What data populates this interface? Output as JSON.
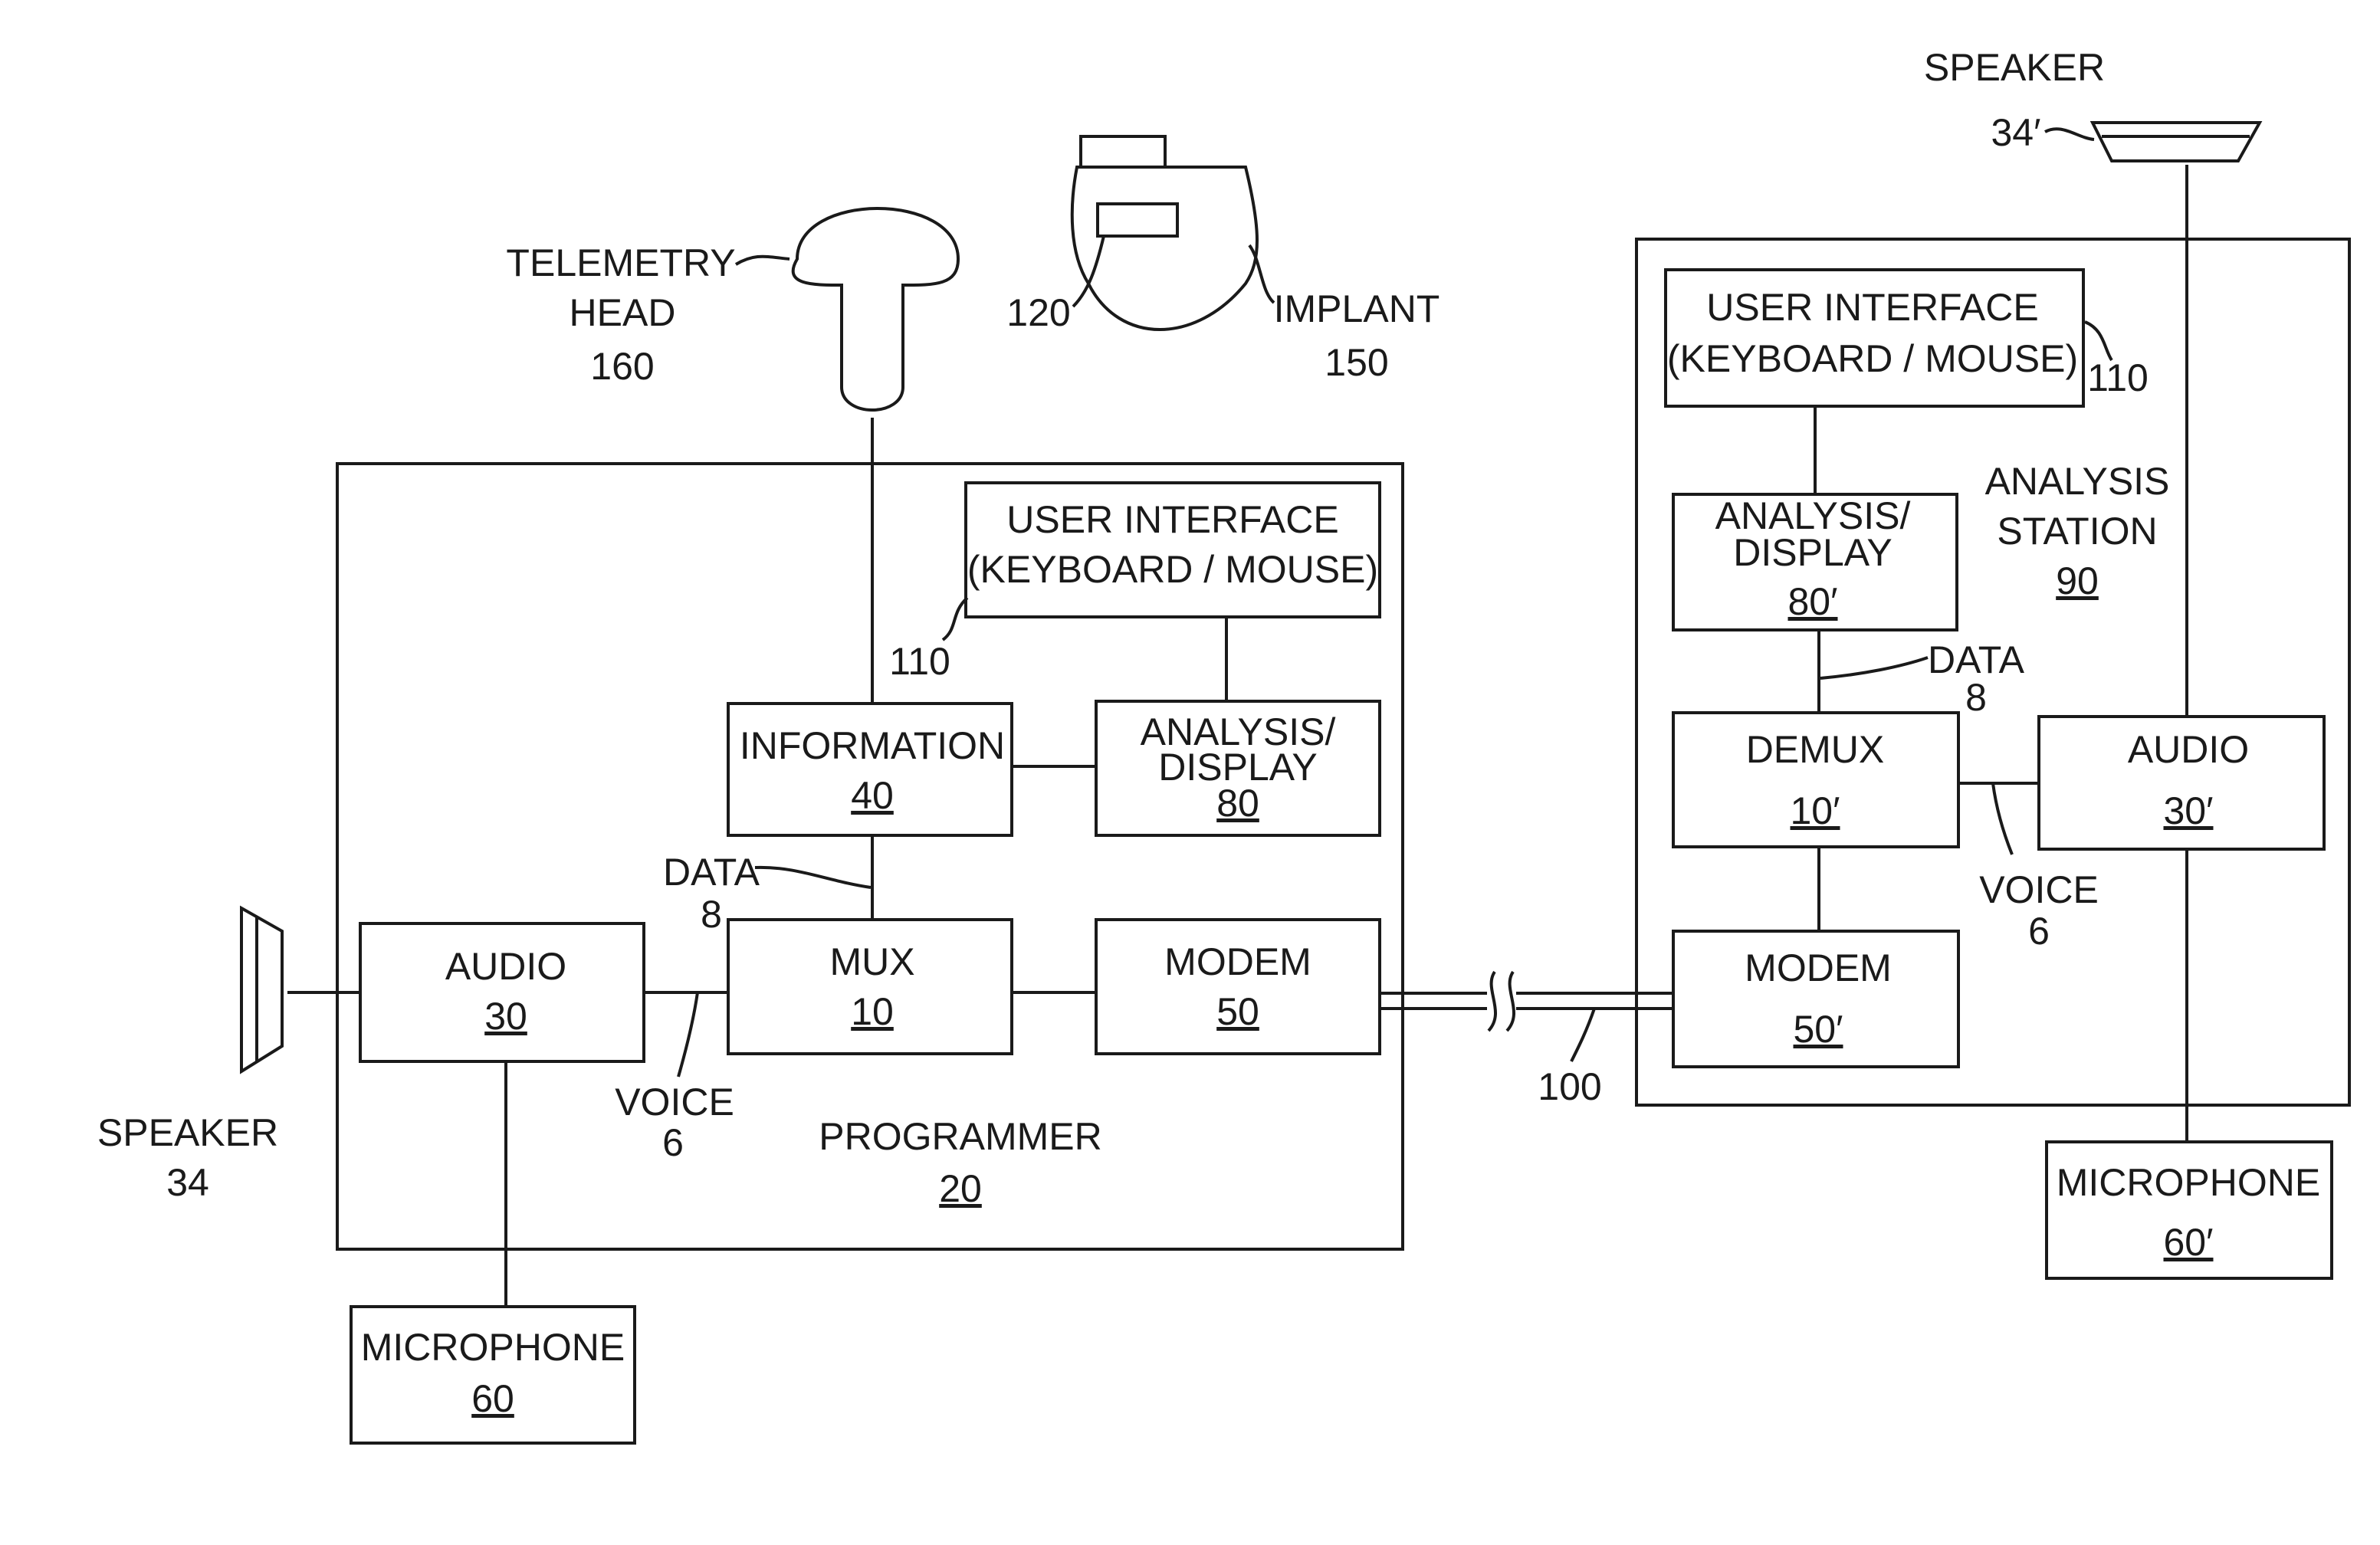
{
  "programmer": {
    "label": "PROGRAMMER",
    "ref": "20",
    "user_interface": {
      "line1": "USER INTERFACE",
      "line2": "(KEYBOARD / MOUSE)",
      "ref": "110"
    },
    "information": {
      "label": "INFORMATION",
      "ref": "40"
    },
    "analysis_display": {
      "line1": "ANALYSIS/",
      "line2": "DISPLAY",
      "ref": "80"
    },
    "audio": {
      "label": "AUDIO",
      "ref": "30"
    },
    "mux": {
      "label": "MUX",
      "ref": "10"
    },
    "modem": {
      "label": "MODEM",
      "ref": "50"
    },
    "data_label": {
      "text": "DATA",
      "ref": "8"
    },
    "voice_label": {
      "text": "VOICE",
      "ref": "6"
    }
  },
  "analysis_station": {
    "line1": "ANALYSIS",
    "line2": "STATION",
    "ref": "90",
    "user_interface": {
      "line1": "USER INTERFACE",
      "line2": "(KEYBOARD / MOUSE)",
      "ref": "110"
    },
    "analysis_display": {
      "line1": "ANALYSIS/",
      "line2": "DISPLAY",
      "ref": "80′"
    },
    "demux": {
      "label": "DEMUX",
      "ref": "10′"
    },
    "audio": {
      "label": "AUDIO",
      "ref": "30′"
    },
    "modem": {
      "label": "MODEM",
      "ref": "50′"
    },
    "data_label": {
      "text": "DATA",
      "ref": "8"
    },
    "voice_label": {
      "text": "VOICE",
      "ref": "6"
    }
  },
  "telemetry_head": {
    "line1": "TELEMETRY",
    "line2": "HEAD",
    "ref": "160"
  },
  "implant": {
    "label": "IMPLANT",
    "ref": "150",
    "component_ref": "120"
  },
  "speaker_left": {
    "label": "SPEAKER",
    "ref": "34"
  },
  "speaker_right": {
    "label": "SPEAKER",
    "ref": "34′"
  },
  "microphone_left": {
    "label": "MICROPHONE",
    "ref": "60"
  },
  "microphone_right": {
    "label": "MICROPHONE",
    "ref": "60′"
  },
  "link": {
    "ref": "100"
  }
}
